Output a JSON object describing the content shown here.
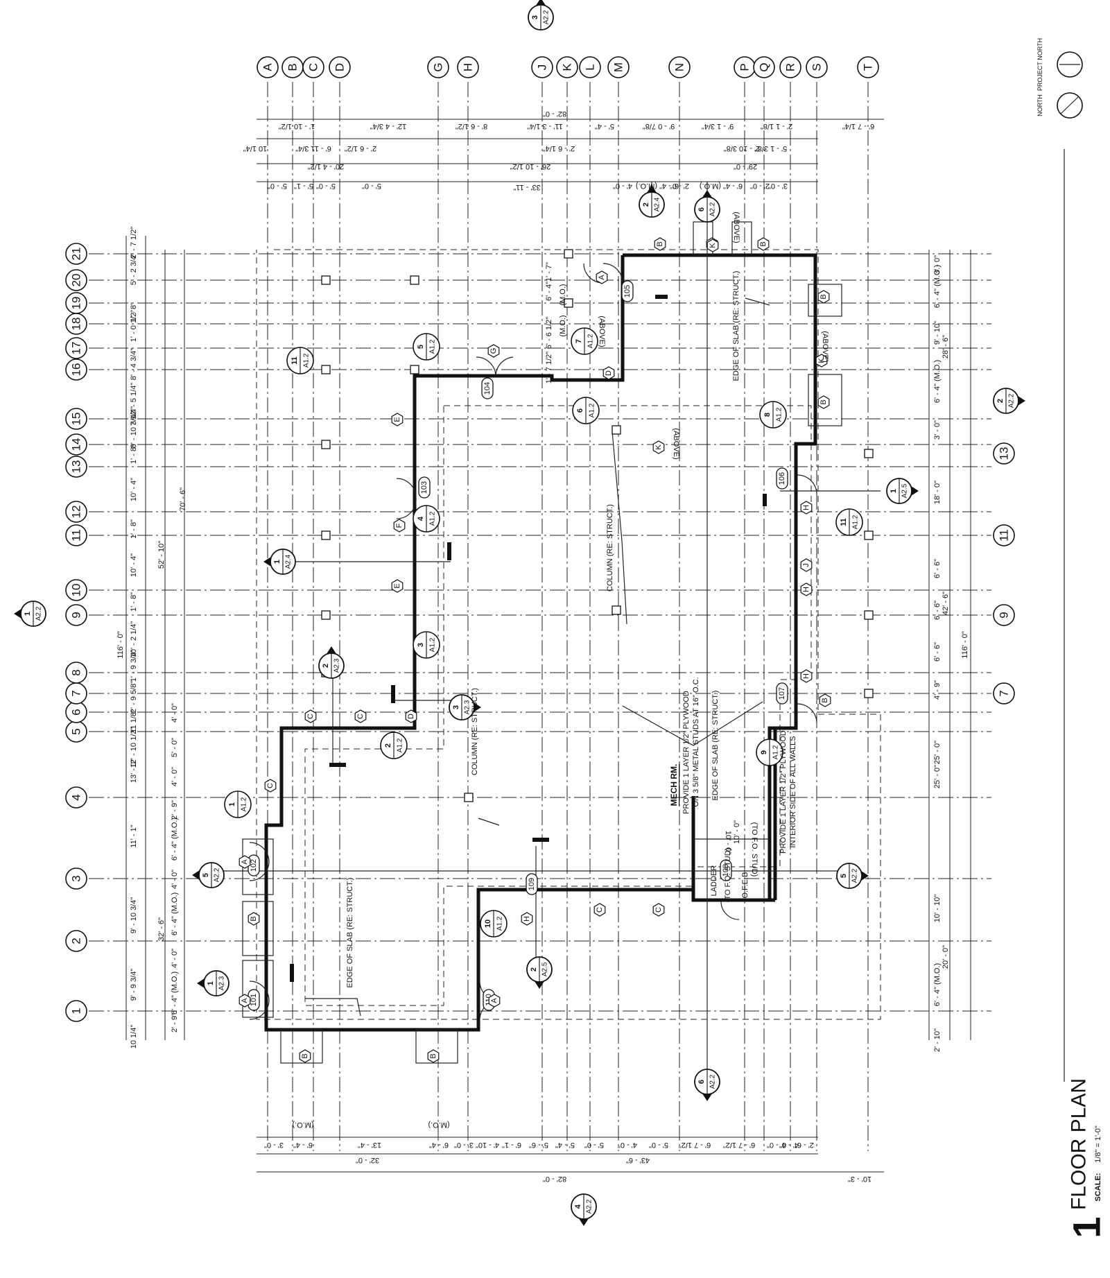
{
  "drawing": {
    "view_number": "1",
    "title": "FLOOR PLAN",
    "scale_label": "SCALE:",
    "scale_value": "1/8\" = 1'-0\""
  },
  "north_arrow": {
    "north_label": "NORTH",
    "project_north_label": "PROJECT NORTH"
  },
  "grid_columns": [
    "A",
    "B",
    "C",
    "D",
    "G",
    "H",
    "J",
    "K",
    "L",
    "M",
    "N",
    "P",
    "Q",
    "R",
    "S",
    "T"
  ],
  "grid_rows": [
    "1",
    "2",
    "3",
    "4",
    "5",
    "6",
    "7",
    "8",
    "9",
    "10",
    "11",
    "12",
    "13",
    "14",
    "15",
    "16",
    "17",
    "18",
    "19",
    "20",
    "21"
  ],
  "grid_rows_right": [
    "7",
    "9",
    "11",
    "13"
  ],
  "overall_dimensions": {
    "top_total": "82' - 0\"",
    "bottom_total": "82' - 0\"",
    "left_total": "116' - 0\"",
    "right_total": "116' - 0\"",
    "left_sub": "70' - 6\"",
    "left_sub_2": "52' - 10\"",
    "left_sub_3": "32' - 6\"",
    "right_sub": "42' - 6\"",
    "right_sub_2": "28' - 6\"",
    "right_sub_3": "20' - 0\"",
    "bottom_sub_1": "32' - 0\"",
    "bottom_sub_2": "43' - 6\"",
    "bottom_extra": "10' - 3\"",
    "top_sub_1": "20' - 4 1/2\"",
    "top_sub_2": "26' - 10 1/2\"",
    "top_sub_3": "33' - 11\"",
    "top_sub_4": "29' - 0\""
  },
  "dimension_strings": {
    "top_row": [
      "1' - 10 1/2\"",
      "12' - 4 3/4\"",
      "8' - 6 1/2\"",
      "11' - 3 1/4\"",
      "5' - 4\"",
      "9' - 0 7/8\"",
      "9' - 1 3/4\"",
      "2' - 1 1/8\"",
      "6' - 7 1/4\""
    ],
    "top_row_2": [
      "10 1/4\"",
      "6' - 11 3/4\"",
      "2' - 6 1/2\"",
      "2' - 6 1/4\"",
      "2' - 10 3/8\"",
      "5' - 1 3/8\""
    ],
    "top_row_3": [
      "5' - 0\"",
      "5' - 1\"",
      "5' - 0\"",
      "5' - 0\"",
      "4' - 0\"",
      "6' - 4\" (M.O.)",
      "2' - 0\"",
      "6' - 4\" (M.O.)",
      "2' - 0\"",
      "3' - 0\""
    ],
    "left_row": [
      "10 1/4\"",
      "2' - 7 1/2\"",
      "5' - 2 3/4\"",
      "1' - 8\"",
      "1' - 0 1/2\"",
      "8' - 4 3/4\"",
      "2' - 5 1/4\"",
      "7 1/4\"",
      "8' - 10 3/4\"",
      "1' - 8\"",
      "10' - 4\"",
      "1' - 8\"",
      "10' - 4\"",
      "1' - 8\"",
      "10' - 2 1/4\"",
      "1' - 9 3/4\"",
      "2' - 9 5/8\"",
      "11 1/8\"",
      "12' - 10 1/2\"",
      "13' - 0\"",
      "11' - 1\"",
      "9' - 10 3/4\"",
      "9' - 9 3/4\""
    ],
    "left_row_2": [
      "4' - 0\"",
      "5' - 0\"",
      "4' - 0\"",
      "2' - 9\"",
      "6' - 4\" (M.O.)",
      "4' - 0\"",
      "6' - 4\" (M.O.)",
      "4' - 0\"",
      "6' - 4\" (M.O.)",
      "2' - 9\""
    ],
    "right_row": [
      "3' - 0\"",
      "6' - 4\" (M.O.)",
      "9' - 10\"",
      "6' - 4\" (M.O.)",
      "3' - 0\"",
      "18' - 0\"",
      "6' - 6\"",
      "6' - 6\"",
      "6' - 6\"",
      "4' - 9\"",
      "25' - 0\"",
      "25' - 0\"",
      "10' - 10\"",
      "6' - 4\" (M.O.)",
      "2' - 10\""
    ],
    "bottom_row": [
      "3' - 0\"",
      "6' - 4\"",
      "13' - 4\"",
      "6' - 4\"",
      "3' - 0\"",
      "4' - 10\"",
      "6' - 1\"",
      "5' - 6\"",
      "5' - 4\"",
      "5' - 0\"",
      "4' - 0\"",
      "5' - 0\"",
      "6' - 7 1/2\"",
      "6' - 7 1/2\"",
      "4' - 0\"",
      "4' - 0\"",
      "2' - 6\""
    ],
    "bottom_mo": [
      "(M.O.)",
      "(M.O.)"
    ],
    "interior": [
      "1' - 7\"",
      "6' - 4\"",
      "(M.O.)",
      "6' - 6 1/2\"",
      "(M.O.)",
      "1' - 7 1/2\"",
      "10' - 0\"",
      "(TO F.O. STUD)",
      "(TO F.O. STUD)",
      "10' - 0\""
    ]
  },
  "rooms": [
    "101",
    "102",
    "103",
    "104",
    "105",
    "106",
    "107",
    "108",
    "109",
    "110"
  ],
  "window_tags": [
    "A",
    "A",
    "A",
    "A",
    "B",
    "B",
    "B",
    "B",
    "B",
    "B",
    "B",
    "B",
    "B",
    "C",
    "C",
    "C",
    "C",
    "C",
    "D",
    "D",
    "E",
    "E",
    "F",
    "G",
    "H",
    "H",
    "H",
    "H",
    "J",
    "K",
    "K",
    "K"
  ],
  "above_labels": [
    "(ABOVE)",
    "(ABOVE)",
    "(ABOVE)",
    "(ABOVE)"
  ],
  "detail_tags": [
    {
      "num": "1",
      "sheet": "A1.2"
    },
    {
      "num": "2",
      "sheet": "A1.2"
    },
    {
      "num": "3",
      "sheet": "A1.2"
    },
    {
      "num": "4",
      "sheet": "A1.2"
    },
    {
      "num": "5",
      "sheet": "A1.2"
    },
    {
      "num": "6",
      "sheet": "A1.2"
    },
    {
      "num": "7",
      "sheet": "A1.2"
    },
    {
      "num": "8",
      "sheet": "A1.2"
    },
    {
      "num": "9",
      "sheet": "A1.2"
    },
    {
      "num": "10",
      "sheet": "A1.2"
    },
    {
      "num": "11",
      "sheet": "A1.2"
    },
    {
      "num": "11",
      "sheet": "A1.2"
    }
  ],
  "section_markers": [
    {
      "num": "3",
      "sheet": "A2.2"
    },
    {
      "num": "2",
      "sheet": "A2.2"
    },
    {
      "num": "1",
      "sheet": "A2.2"
    },
    {
      "num": "4",
      "sheet": "A2.2"
    },
    {
      "num": "5",
      "sheet": "A2.2"
    },
    {
      "num": "5",
      "sheet": "A2.2"
    },
    {
      "num": "6",
      "sheet": "A2.2"
    },
    {
      "num": "6",
      "sheet": "A2.2"
    },
    {
      "num": "2",
      "sheet": "A2.4"
    },
    {
      "num": "1",
      "sheet": "A2.4"
    },
    {
      "num": "2",
      "sheet": "A2.5"
    },
    {
      "num": "1",
      "sheet": "A2.5"
    },
    {
      "num": "2",
      "sheet": "A2.3"
    },
    {
      "num": "3",
      "sheet": "A2.3"
    },
    {
      "num": "1",
      "sheet": "A2.3"
    }
  ],
  "notes": {
    "edge_of_slab": "EDGE OF SLAB (RE: STRUCT.)",
    "column": "COLUMN (RE: STRUCT.)",
    "mech_room": "MECH RM.",
    "plywood_1": "PROVIDE 1 LAYER 1/2\" PLYWOOD",
    "plywood_1b": "ON 3 5/8\" METAL STUDS AT 16\" O.C.",
    "plywood_2": "PROVIDE 1 LAYER 1/2\" PLYWOOD",
    "plywood_2b": "INTERIOR SIDE OF ALL WALLS",
    "ladder": "LADDER",
    "ofeb": "O.F.E.B."
  }
}
